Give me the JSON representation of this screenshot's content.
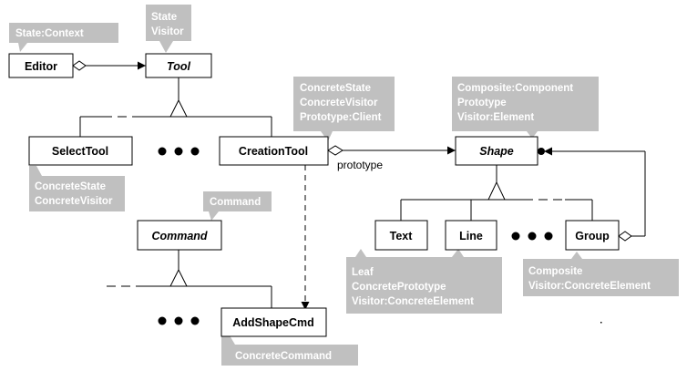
{
  "classes": {
    "editor": "Editor",
    "tool": "Tool",
    "select_tool": "SelectTool",
    "creation_tool": "CreationTool",
    "shape": "Shape",
    "command": "Command",
    "add_shape_cmd": "AddShapeCmd",
    "text": "Text",
    "line": "Line",
    "group": "Group"
  },
  "notes": {
    "editor_note": [
      "State:Context"
    ],
    "tool_note": [
      "State",
      "Visitor"
    ],
    "creation_tool_note": [
      "ConcreteState",
      "ConcreteVisitor",
      "Prototype:Client"
    ],
    "shape_note": [
      "Composite:Component",
      "Prototype",
      "Visitor:Element"
    ],
    "select_tool_note": [
      "ConcreteState",
      "ConcreteVisitor"
    ],
    "command_note": [
      "Command"
    ],
    "text_line_note": [
      "Leaf",
      "ConcretePrototype",
      "Visitor:ConcreteElement"
    ],
    "group_note": [
      "Composite",
      "Visitor:ConcreteElement"
    ],
    "add_shape_note": [
      "ConcreteCommand"
    ]
  },
  "labels": {
    "prototype_role": "prototype"
  },
  "colors": {
    "note_fill": "#c0c0c0",
    "note_text": "#ffffff",
    "line": "#000000"
  }
}
